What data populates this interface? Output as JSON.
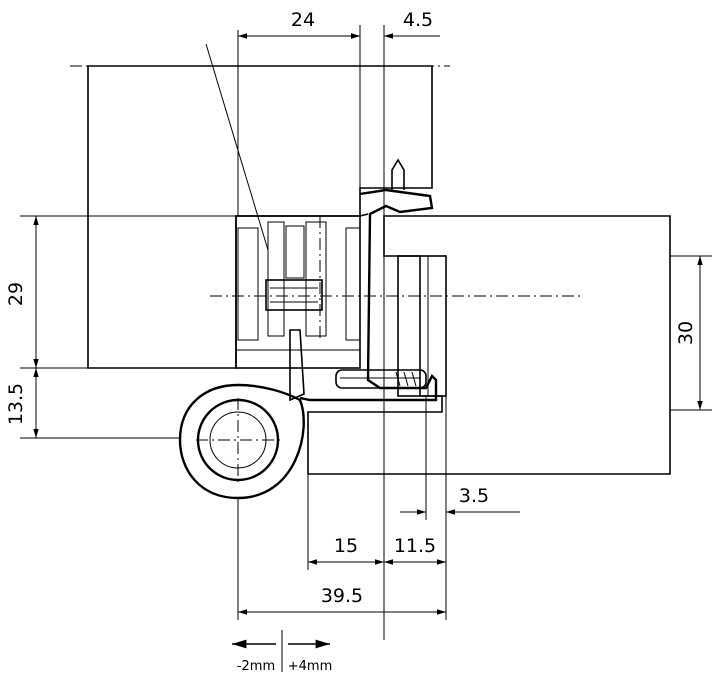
{
  "drawing": {
    "dimensions": {
      "top_width": "24",
      "top_gap": "4.5",
      "left_height_upper": "29",
      "left_height_lower": "13.5",
      "right_height": "30",
      "offset_small": "3.5",
      "inset_a": "15",
      "inset_b": "11.5",
      "overall_width": "39.5",
      "adjust_minus": "-2mm",
      "adjust_plus": "+4mm"
    }
  }
}
